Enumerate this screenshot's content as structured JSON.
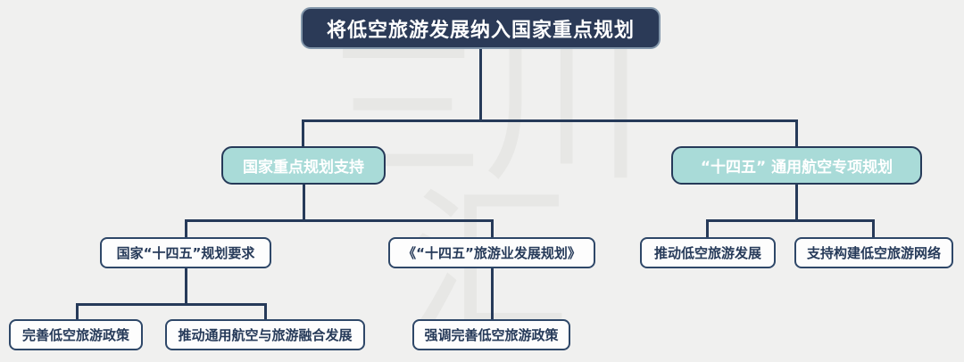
{
  "diagram": {
    "title": "将低空旅游发展纳入国家重点规划",
    "watermark": {
      "line1": "三川",
      "line2": "汇"
    },
    "colors": {
      "background": "#f0f0ef",
      "navy": "#263a59",
      "root_fill": "#2b3a57",
      "teal_fill": "#a9dbd8",
      "node_fill": "#ffffff",
      "watermark_gray": "#e7e7e5"
    },
    "nodes": {
      "national_plan_support": {
        "label": "国家重点规划支持"
      },
      "ga_special_plan": {
        "label": "“十四五” 通用航空专项规划"
      },
      "national_145_requirements": {
        "label": "国家“十四五”规划要求"
      },
      "tourism_development_plan": {
        "label": "《“十四五”旅游业发展规划》"
      },
      "promote_low_altitude_tourism": {
        "label": "推动低空旅游发展"
      },
      "build_tourism_network": {
        "label": "支持构建低空旅游网络"
      },
      "improve_policy": {
        "label": "完善低空旅游政策"
      },
      "promote_integration": {
        "label": "推动通用航空与旅游融合发展"
      },
      "emphasize_policy": {
        "label": "强调完善低空旅游政策"
      }
    }
  }
}
